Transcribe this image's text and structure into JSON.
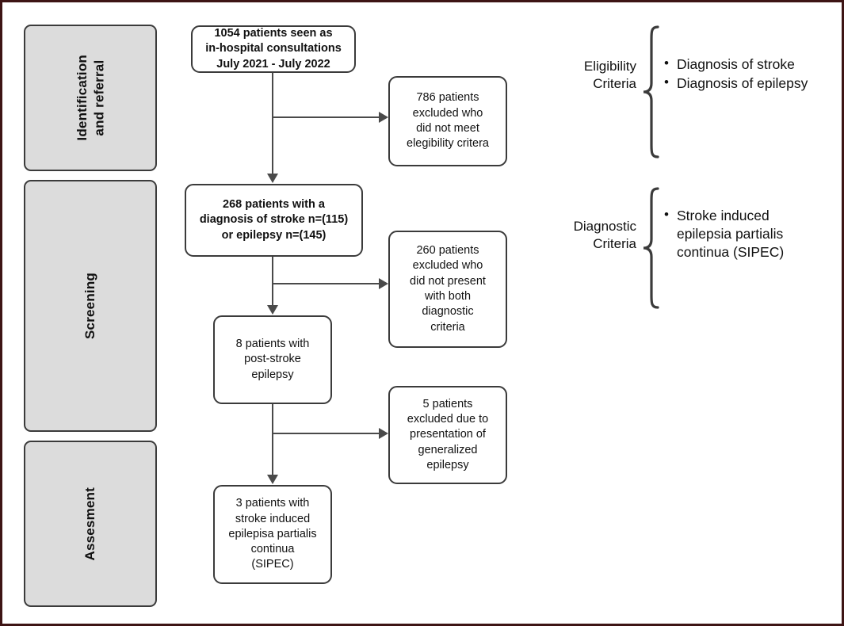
{
  "figure": {
    "type": "flowchart",
    "title": "",
    "frame_color": "#3d1414",
    "stage_fill": "#dcdcdc",
    "line_color": "#4a4a4a"
  },
  "stages": [
    {
      "label": "Identification\nand referral"
    },
    {
      "label": "Screening"
    },
    {
      "label": "Assesment"
    }
  ],
  "flow": {
    "main_boxes": [
      {
        "id": "enrolled",
        "text": "1054 patients seen as\nin-hospital consultations\nJuly 2021 - July 2022",
        "bold": true
      },
      {
        "id": "eligible",
        "text": "268 patients with a\ndiagnosis of stroke n=(115)\nor epilepsy n=(145)",
        "bold": true
      },
      {
        "id": "post-stroke-epilepsy",
        "text": "8 patients with\npost-stroke\nepilepsy",
        "bold": false
      },
      {
        "id": "sipec",
        "text": "3 patients with\nstroke induced\nepilepisa partialis\ncontinua\n(SIPEC)",
        "bold": false
      }
    ],
    "excluded_boxes": [
      {
        "id": "excluded-eligibility",
        "text": "786 patients\nexcluded who\ndid not meet\nelegibility critera",
        "bold": false
      },
      {
        "id": "excluded-diagnostic",
        "text": "260 patients\nexcluded who\ndid not present\nwith both\ndiagnostic\ncriteria",
        "bold": false
      },
      {
        "id": "excluded-generalized",
        "text": "5 patients\nexcluded due to\npresentation of\ngeneralized\nepilepsy",
        "bold": false
      }
    ]
  },
  "criteria": [
    {
      "id": "eligibility",
      "title": "Eligibility\nCriteria",
      "items": [
        "Diagnosis of stroke",
        "Diagnosis of epilepsy"
      ]
    },
    {
      "id": "diagnostic",
      "title": "Diagnostic\nCriteria",
      "items": [
        "Stroke induced\nepilepsia partialis\ncontinua (SIPEC)"
      ]
    }
  ]
}
